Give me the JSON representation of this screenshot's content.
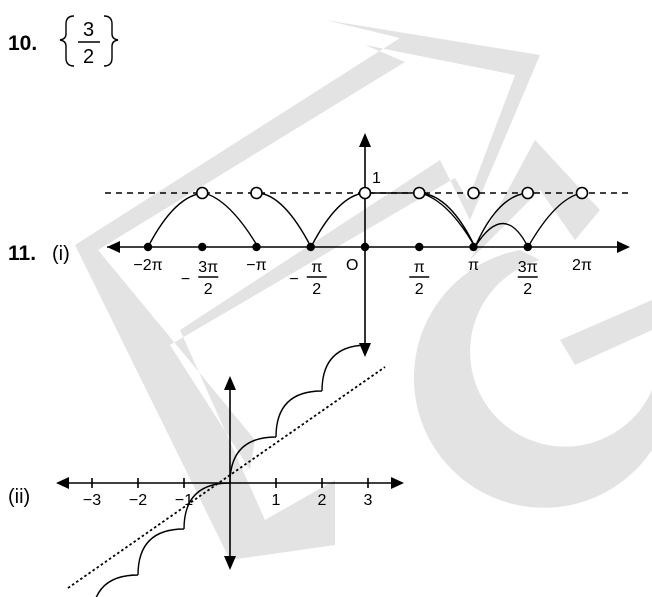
{
  "q10": {
    "number": "10.",
    "numerator": "3",
    "denominator": "2"
  },
  "q11": {
    "number": "11.",
    "part_i": "(i)",
    "part_ii": "(ii)"
  },
  "graph_i": {
    "y_label": "1",
    "origin_label": "O",
    "x_ticks": [
      {
        "value": -6.2832,
        "text": "−2π"
      },
      {
        "value": -4.7124,
        "num": "3π",
        "den": "2",
        "sign": "−"
      },
      {
        "value": -3.1416,
        "text": "−π"
      },
      {
        "value": -1.5708,
        "num": "π",
        "den": "2",
        "sign": "−"
      },
      {
        "value": 1.5708,
        "num": "π",
        "den": "2",
        "sign": ""
      },
      {
        "value": 3.1416,
        "text": "π"
      },
      {
        "value": 4.7124,
        "num": "3π",
        "den": "2",
        "sign": ""
      },
      {
        "value": 6.2832,
        "text": "2π"
      }
    ],
    "dashed_line_y": 1,
    "open_points_x": [
      -4.7124,
      -3.1416,
      0,
      1.5708,
      3.1416,
      4.7124
    ],
    "filled_points_x": [
      -6.2832,
      -4.7124,
      -3.1416,
      -1.5708,
      0,
      1.5708,
      3.1416,
      4.7124
    ]
  },
  "graph_ii": {
    "x_ticks": [
      "−3",
      "−2",
      "−1",
      "1",
      "2",
      "3"
    ],
    "tick_values": [
      -3,
      -2,
      -1,
      1,
      2,
      3
    ],
    "dotted_line": "y = x"
  },
  "watermark_color": "#e3e3e3"
}
